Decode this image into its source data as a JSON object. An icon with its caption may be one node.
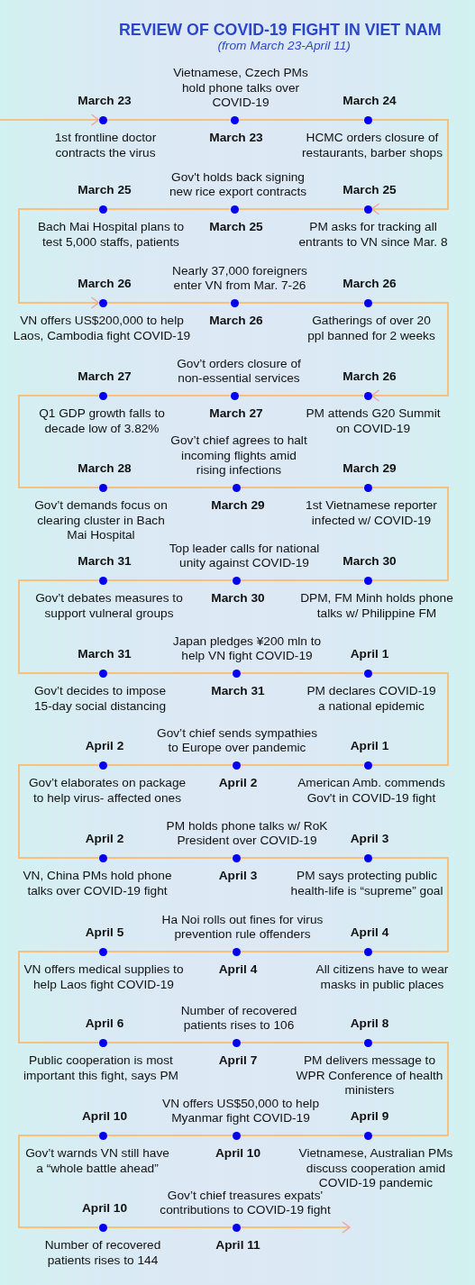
{
  "diagram": {
    "title": "REVIEW OF COVID-19 FIGHT IN VIET NAM",
    "labels": [
      "(from March 23-April 11)"
    ],
    "nodes": [
      {
        "text": [],
        "shape": "circle",
        "beside": [
          "March 23",
          "1st frontline doctor contracts the virus"
        ]
      },
      {
        "text": [],
        "shape": "circle",
        "beside": [
          "March 23",
          "Vietnamese, Czech PMs hold phone talks over COVID-19"
        ]
      },
      {
        "text": [],
        "shape": "circle",
        "beside": [
          "March 24",
          "HCMC orders closure of restaurants, barber shops"
        ]
      },
      {
        "text": [],
        "shape": "circle",
        "beside": [
          "March 25",
          "PM asks for tracking all entrants to VN since Mar. 8"
        ]
      },
      {
        "text": [],
        "shape": "circle",
        "beside": [
          "March 25",
          "Gov't holds back signing new rice export contracts"
        ]
      },
      {
        "text": [],
        "shape": "circle",
        "beside": [
          "March 25",
          "Bach Mai Hospital plans to test 5,000 staffs, patients"
        ]
      },
      {
        "text": [],
        "shape": "circle",
        "beside": [
          "March 26",
          "VN offers US$200,000 to help Laos, Cambodia fight COVID-19"
        ]
      },
      {
        "text": [],
        "shape": "circle",
        "beside": [
          "March 26",
          "Nearly 37,000 foreigners enter VN from Mar. 7-26"
        ]
      },
      {
        "text": [],
        "shape": "circle",
        "beside": [
          "March 26",
          "Gatherings of over 20 ppl banned for 2 weeks"
        ]
      },
      {
        "text": [],
        "shape": "circle",
        "beside": [
          "March 26",
          "PM attends G20 Summit on COVID-19"
        ]
      },
      {
        "text": [],
        "shape": "circle",
        "beside": [
          "March 27",
          "Gov’t orders closure of non-essential services"
        ]
      },
      {
        "text": [],
        "shape": "circle",
        "beside": [
          "March 27",
          "Q1 GDP growth falls to decade low of 3.82%"
        ]
      },
      {
        "text": [],
        "shape": "circle",
        "beside": [
          "March 28",
          "Gov’t demands focus on clearing cluster in Bach Mai Hospital"
        ]
      },
      {
        "text": [],
        "shape": "circle",
        "beside": [
          "March 29",
          "Gov’t chief agrees to halt incoming flights amid rising infections"
        ]
      },
      {
        "text": [],
        "shape": "circle",
        "beside": [
          "March 29",
          "1st Vietnamese reporter infected w/ COVID-19"
        ]
      },
      {
        "text": [],
        "shape": "circle",
        "beside": [
          "March 30",
          "DPM, FM Minh holds phone talks w/ Philippine FM"
        ]
      },
      {
        "text": [],
        "shape": "circle",
        "beside": [
          "March 30",
          "Top leader calls for national unity against COVID-19"
        ]
      },
      {
        "text": [],
        "shape": "circle",
        "beside": [
          "March 31",
          "Gov’t debates measures to support vulneral groups"
        ]
      },
      {
        "text": [],
        "shape": "circle",
        "beside": [
          "March 31",
          "Gov’t decides to impose 15-day social distancing"
        ]
      },
      {
        "text": [],
        "shape": "circle",
        "beside": [
          "March 31",
          "Japan pledges ¥200 mln to help VN fight COVID-19"
        ]
      },
      {
        "text": [],
        "shape": "circle",
        "beside": [
          "April 1",
          "PM declares COVID-19 a national epidemic"
        ]
      },
      {
        "text": [],
        "shape": "circle",
        "beside": [
          "April 1",
          "American Amb. commends Gov't in COVID-19 fight"
        ]
      },
      {
        "text": [],
        "shape": "circle",
        "beside": [
          "April 2",
          "Gov’t chief sends sympathies to Europe over pandemic"
        ]
      },
      {
        "text": [],
        "shape": "circle",
        "beside": [
          "April 2",
          "Gov’t elaborates on package to help virus- affected ones"
        ]
      },
      {
        "text": [],
        "shape": "circle",
        "beside": [
          "April 2",
          "VN, China PMs hold phone talks over COVID-19 fight"
        ]
      },
      {
        "text": [],
        "shape": "circle",
        "beside": [
          "April 3",
          "PM holds phone talks w/ RoK President over COVID-19"
        ]
      },
      {
        "text": [],
        "shape": "circle",
        "beside": [
          "April 3",
          "PM says protecting public health-life is “supreme” goal"
        ]
      },
      {
        "text": [],
        "shape": "circle",
        "beside": [
          "April 4",
          "All citizens have to wear masks in public places"
        ]
      },
      {
        "text": [],
        "shape": "circle",
        "beside": [
          "April 4",
          "Ha Noi rolls out fines for virus prevention rule offenders"
        ]
      },
      {
        "text": [],
        "shape": "circle",
        "beside": [
          "April 5",
          "VN offers medical supplies to help Laos fight COVID-19"
        ]
      },
      {
        "text": [],
        "shape": "circle",
        "beside": [
          "April 6",
          "Public cooperation is most important this fight, says PM"
        ]
      },
      {
        "text": [],
        "shape": "circle",
        "beside": [
          "April 7",
          "Number of recovered patients rises to 106"
        ]
      },
      {
        "text": [],
        "shape": "circle",
        "beside": [
          "April 8",
          "PM delivers message to WPR Conference of health ministers"
        ]
      },
      {
        "text": [],
        "shape": "circle",
        "beside": [
          "April 9",
          "Vietnamese, Australian PMs discuss cooperation amid COVID-19 pandemic"
        ]
      },
      {
        "text": [],
        "shape": "circle",
        "beside": [
          "April 10",
          "VN offers US$50,000 to help Myanmar fight COVID-19"
        ]
      },
      {
        "text": [],
        "shape": "circle",
        "beside": [
          "April 10",
          "Gov’t warnds VN still have a “whole battle ahead”"
        ]
      },
      {
        "text": [],
        "shape": "circle",
        "beside": [
          "April 10",
          "Number of recovered patients rises to 144"
        ]
      },
      {
        "text": [],
        "shape": "circle",
        "beside": [
          "April 11",
          "Gov’t chief treasures expats' contributions to COVID-19 fight"
        ]
      }
    ],
    "edges": [
      {
        "from": null,
        "to": 0,
        "arrow": "to"
      },
      {
        "from": 0,
        "to": 1,
        "arrow": "none"
      },
      {
        "from": 1,
        "to": 2,
        "arrow": "none"
      },
      {
        "from": 2,
        "to": 3,
        "arrow": "to"
      },
      {
        "from": 3,
        "to": 4,
        "arrow": "none"
      },
      {
        "from": 4,
        "to": 5,
        "arrow": "none"
      },
      {
        "from": 5,
        "to": 6,
        "arrow": "to"
      },
      {
        "from": 6,
        "to": 7,
        "arrow": "none"
      },
      {
        "from": 7,
        "to": 8,
        "arrow": "none"
      },
      {
        "from": 8,
        "to": 9,
        "arrow": "to"
      },
      {
        "from": 9,
        "to": 10,
        "arrow": "none"
      },
      {
        "from": 10,
        "to": 11,
        "arrow": "none"
      },
      {
        "from": 11,
        "to": 12,
        "arrow": "none"
      },
      {
        "from": 12,
        "to": 13,
        "arrow": "none"
      },
      {
        "from": 13,
        "to": 14,
        "arrow": "none"
      },
      {
        "from": 14,
        "to": 15,
        "arrow": "none"
      },
      {
        "from": 15,
        "to": 16,
        "arrow": "none"
      },
      {
        "from": 16,
        "to": 17,
        "arrow": "none"
      },
      {
        "from": 17,
        "to": 18,
        "arrow": "none"
      },
      {
        "from": 18,
        "to": 19,
        "arrow": "none"
      },
      {
        "from": 19,
        "to": 20,
        "arrow": "none"
      },
      {
        "from": 20,
        "to": 21,
        "arrow": "none"
      },
      {
        "from": 21,
        "to": 22,
        "arrow": "none"
      },
      {
        "from": 22,
        "to": 23,
        "arrow": "none"
      },
      {
        "from": 23,
        "to": 24,
        "arrow": "none"
      },
      {
        "from": 24,
        "to": 25,
        "arrow": "none"
      },
      {
        "from": 25,
        "to": 26,
        "arrow": "none"
      },
      {
        "from": 26,
        "to": 27,
        "arrow": "none"
      },
      {
        "from": 27,
        "to": 28,
        "arrow": "none"
      },
      {
        "from": 28,
        "to": 29,
        "arrow": "none"
      },
      {
        "from": 29,
        "to": 30,
        "arrow": "none"
      },
      {
        "from": 30,
        "to": 31,
        "arrow": "none"
      },
      {
        "from": 31,
        "to": 32,
        "arrow": "none"
      },
      {
        "from": 32,
        "to": 33,
        "arrow": "none"
      },
      {
        "from": 33,
        "to": 34,
        "arrow": "none"
      },
      {
        "from": 34,
        "to": 35,
        "arrow": "none"
      },
      {
        "from": 35,
        "to": 36,
        "arrow": "none"
      },
      {
        "from": 36,
        "to": 37,
        "arrow": "none"
      },
      {
        "from": 37,
        "to": null,
        "arrow": "to"
      }
    ]
  }
}
